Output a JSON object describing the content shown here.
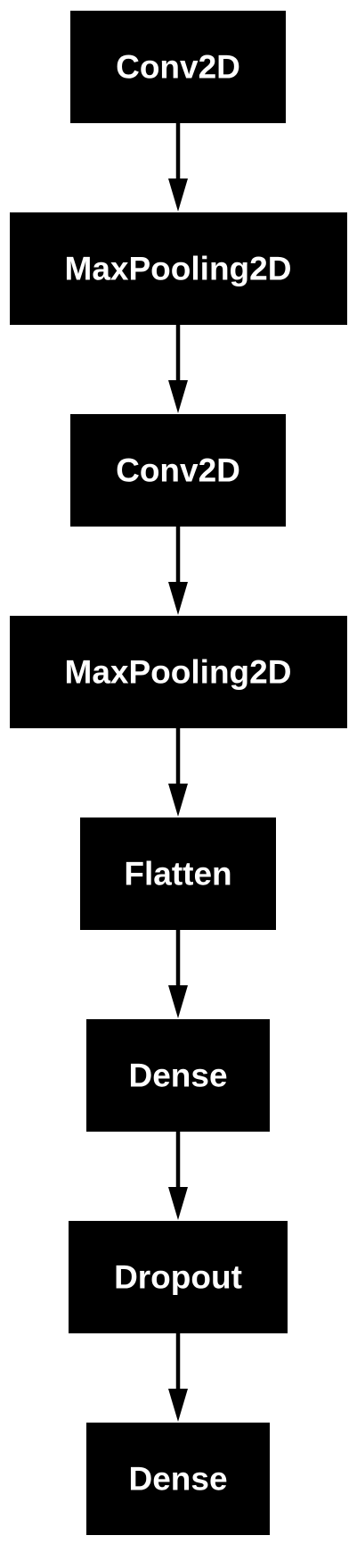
{
  "diagram": {
    "type": "layer-flow",
    "nodes": [
      {
        "label": "Conv2D"
      },
      {
        "label": "MaxPooling2D"
      },
      {
        "label": "Conv2D"
      },
      {
        "label": "MaxPooling2D"
      },
      {
        "label": "Flatten"
      },
      {
        "label": "Dense"
      },
      {
        "label": "Dropout"
      },
      {
        "label": "Dense"
      }
    ],
    "edges": [
      {
        "from": 0,
        "to": 1
      },
      {
        "from": 1,
        "to": 2
      },
      {
        "from": 2,
        "to": 3
      },
      {
        "from": 3,
        "to": 4
      },
      {
        "from": 4,
        "to": 5
      },
      {
        "from": 5,
        "to": 6
      },
      {
        "from": 6,
        "to": 7
      }
    ]
  }
}
